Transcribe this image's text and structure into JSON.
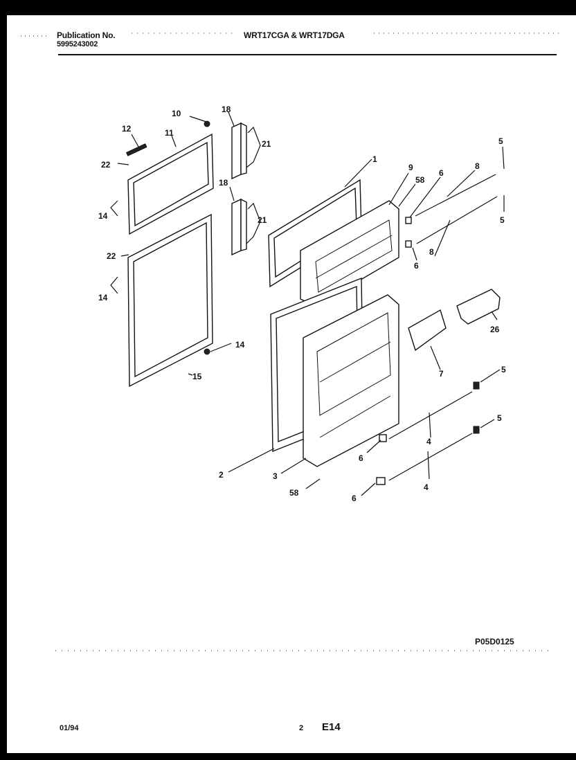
{
  "header": {
    "publication_label": "Publication No.",
    "publication_number": "5995243002",
    "models": "WRT17CGA & WRT17DGA"
  },
  "footer": {
    "date": "01/94",
    "page": "2",
    "section": "E14",
    "diagram_code": "P05D0125"
  },
  "callouts": {
    "c1": "1",
    "c2": "2",
    "c3": "3",
    "c4a": "4",
    "c4b": "4",
    "c5a": "5",
    "c5b": "5",
    "c5c": "5",
    "c5d": "5",
    "c6a": "6",
    "c6b": "6",
    "c6c": "6",
    "c6d": "6",
    "c8a": "8",
    "c8b": "8",
    "c7": "7",
    "c9": "9",
    "c10": "10",
    "c11": "11",
    "c12": "12",
    "c14a": "14",
    "c14b": "14",
    "c14c": "14",
    "c15": "15",
    "c18a": "18",
    "c18b": "18",
    "c21a": "21",
    "c21b": "21",
    "c22a": "22",
    "c22b": "22",
    "c26": "26",
    "c58a": "58",
    "c58b": "58"
  }
}
